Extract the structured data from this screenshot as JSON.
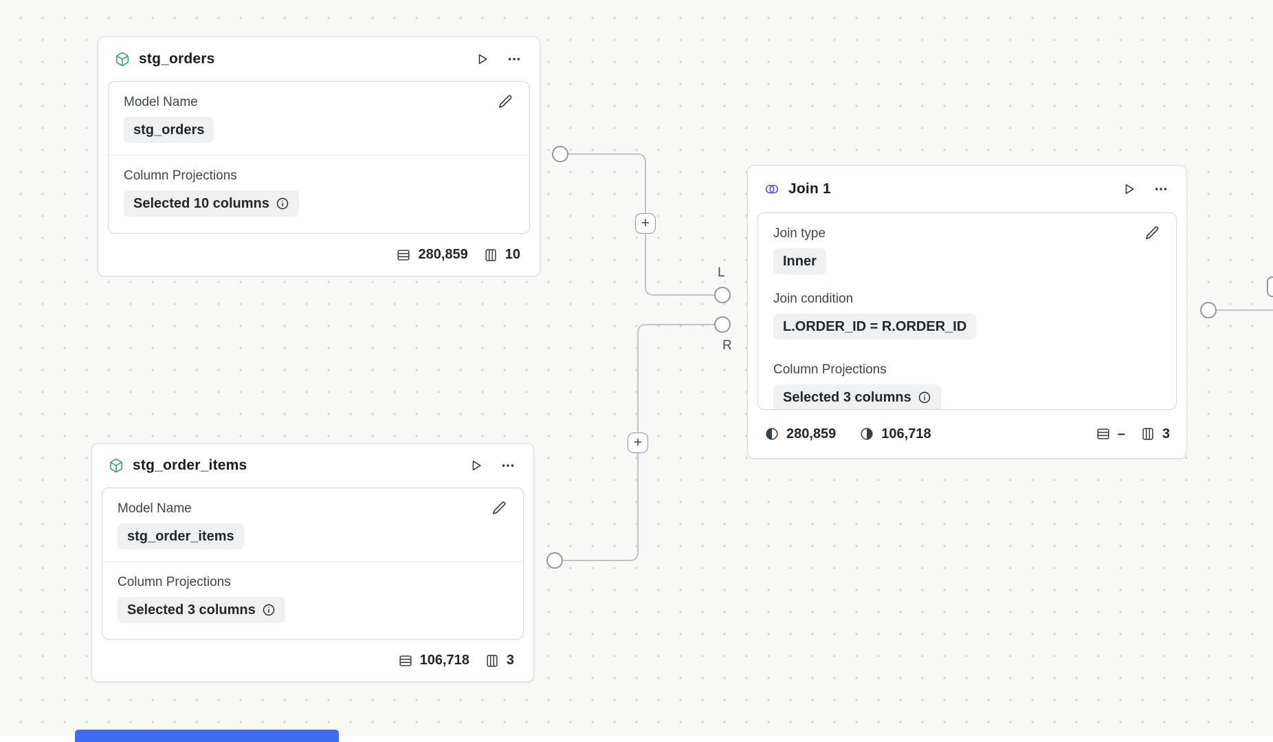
{
  "canvas": {
    "background": "#f8f8f7",
    "dot_color": "#d2d2d0",
    "edge_color": "#bfc3c8"
  },
  "model_nodes": [
    {
      "title": "stg_orders",
      "model_name_label": "Model Name",
      "model_name_value": "stg_orders",
      "projections_label": "Column Projections",
      "projections_value": "Selected 10 columns",
      "rows": "280,859",
      "columns": "10"
    },
    {
      "title": "stg_order_items",
      "model_name_label": "Model Name",
      "model_name_value": "stg_order_items",
      "projections_label": "Column Projections",
      "projections_value": "Selected 3 columns",
      "rows": "106,718",
      "columns": "3"
    }
  ],
  "join_node": {
    "title": "Join 1",
    "join_type_label": "Join type",
    "join_type_value": "Inner",
    "join_condition_label": "Join condition",
    "join_condition_value": "L.ORDER_ID = R.ORDER_ID",
    "projections_label": "Column Projections",
    "projections_value": "Selected 3 columns",
    "left_rows": "280,859",
    "right_rows": "106,718",
    "rows": "–",
    "columns": "3"
  },
  "ports": {
    "left_label": "L",
    "right_label": "R"
  },
  "edges": {
    "add_label": "+"
  },
  "colors": {
    "model_icon_green": "#2f9e68",
    "join_icon_blue": "#4754e6",
    "peek_blue": "#3d6cf2"
  },
  "icons": {
    "model": "cube-icon",
    "join": "venn-circles-icon",
    "run": "play-icon",
    "menu": "ellipsis-icon",
    "edit": "pencil-icon",
    "info": "info-icon",
    "rows": "table-rows-icon",
    "columns": "table-columns-icon",
    "left_rows": "half-circle-left-icon",
    "right_rows": "half-circle-right-icon"
  }
}
